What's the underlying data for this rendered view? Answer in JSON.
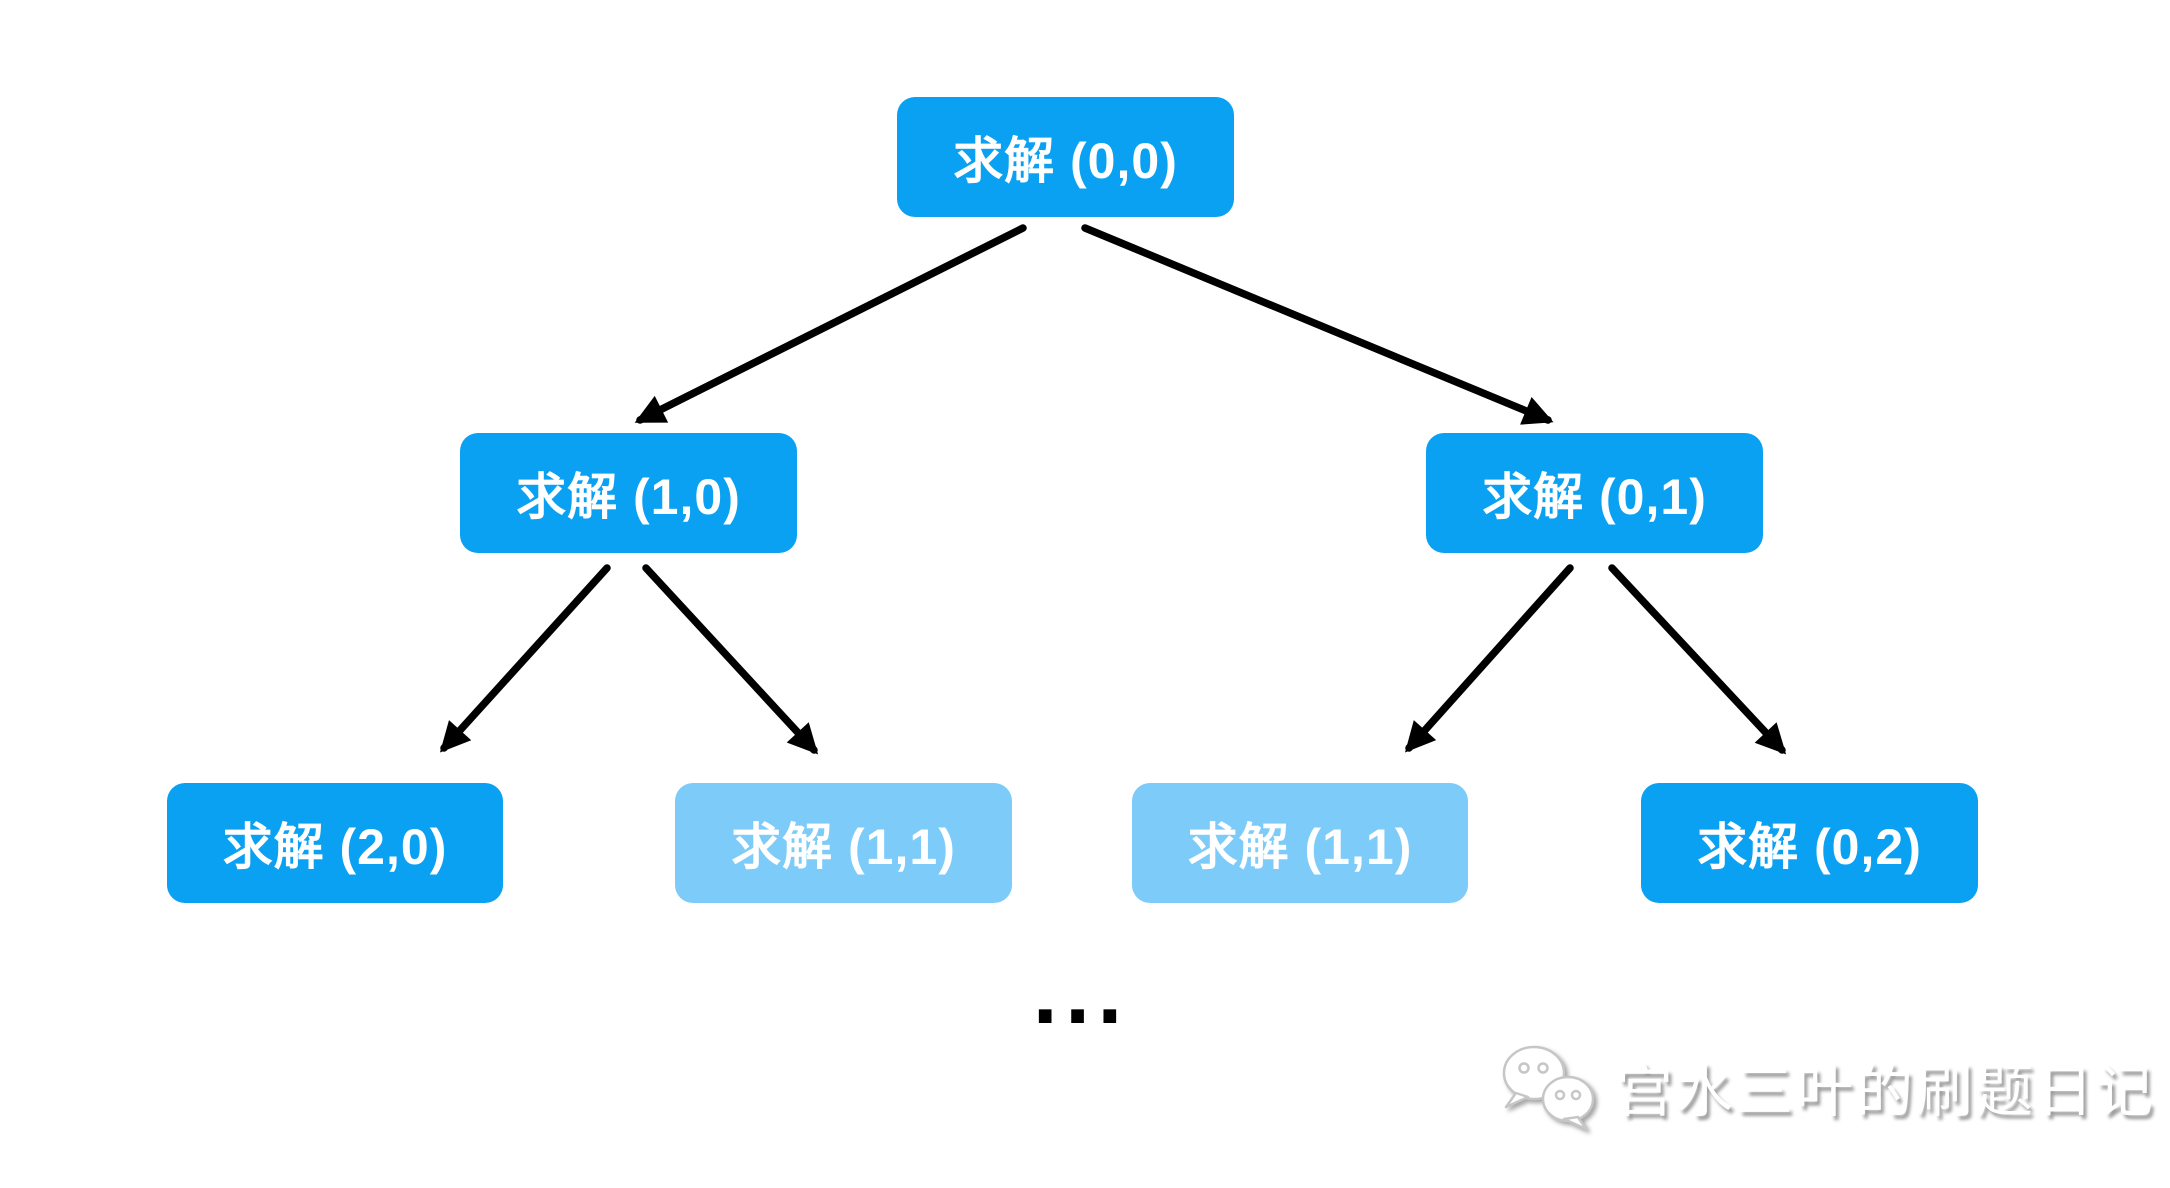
{
  "diagram": {
    "description": "recursion-tree",
    "nodes": [
      {
        "id": "solve-0-0",
        "label": "求解 (0,0)",
        "variant": "dark"
      },
      {
        "id": "solve-1-0",
        "label": "求解 (1,0)",
        "variant": "dark"
      },
      {
        "id": "solve-0-1",
        "label": "求解 (0,1)",
        "variant": "dark"
      },
      {
        "id": "solve-2-0",
        "label": "求解 (2,0)",
        "variant": "dark"
      },
      {
        "id": "solve-1-1-left",
        "label": "求解 (1,1)",
        "variant": "light"
      },
      {
        "id": "solve-1-1-right",
        "label": "求解 (1,1)",
        "variant": "light"
      },
      {
        "id": "solve-0-2",
        "label": "求解 (0,2)",
        "variant": "dark"
      }
    ],
    "edges": [
      {
        "from": "solve-0-0",
        "to": "solve-1-0"
      },
      {
        "from": "solve-0-0",
        "to": "solve-0-1"
      },
      {
        "from": "solve-1-0",
        "to": "solve-2-0"
      },
      {
        "from": "solve-1-0",
        "to": "solve-1-1-left"
      },
      {
        "from": "solve-0-1",
        "to": "solve-1-1-right"
      },
      {
        "from": "solve-0-1",
        "to": "solve-0-2"
      }
    ],
    "ellipsis": "..."
  },
  "watermark": {
    "icon": "wechat-icon",
    "text": "宫水三叶的刷题日记"
  },
  "colors": {
    "canvas_background": "#FFFFFF",
    "node_dark": "#0AA1F2",
    "node_light": "#7CCBF9",
    "node_text": "#FFFFFF",
    "arrow": "#000000"
  }
}
